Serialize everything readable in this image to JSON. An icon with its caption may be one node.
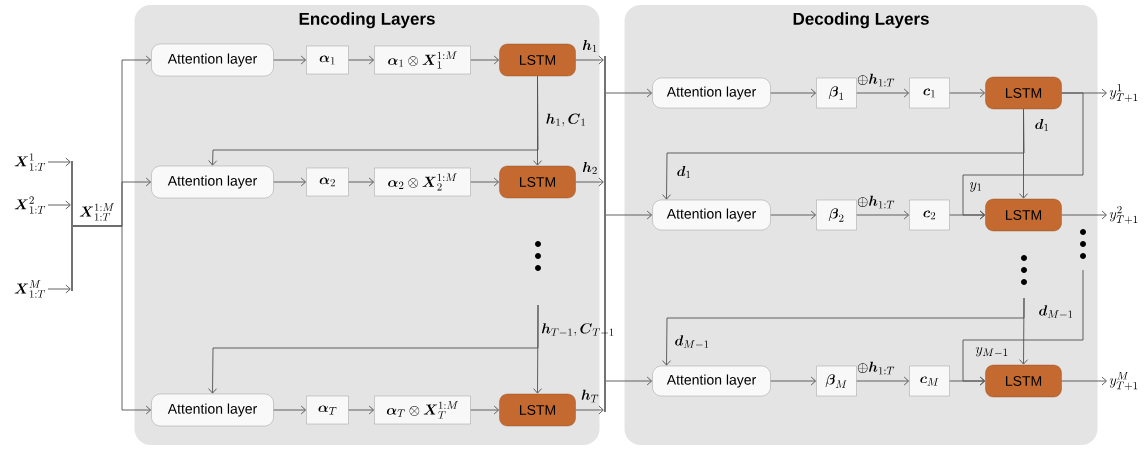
{
  "diagram": {
    "nodes": [
      {
        "text": [
          "Encoding Layers"
        ]
      },
      {
        "text": [
          "Decoding Layers"
        ]
      },
      {
        "text": [
          "\\boldsymbol{X}_{1:T}^{1}"
        ]
      },
      {
        "text": [
          "\\boldsymbol{X}_{1:T}^{2}"
        ]
      },
      {
        "text": [
          "\\boldsymbol{X}_{1:T}^{M}"
        ]
      },
      {
        "text": [],
        "shape": "bar"
      },
      {
        "text": [
          "Attention layer"
        ],
        "in": 0
      },
      {
        "text": [
          "\\boldsymbol{\\alpha}_{1}"
        ],
        "in": 0
      },
      {
        "text": [
          "\\boldsymbol{\\alpha}_{1}\\otimes\\boldsymbol{X}_{1}^{1:M}"
        ],
        "in": 0
      },
      {
        "text": [
          "LSTM"
        ],
        "in": 0
      },
      {
        "text": [
          "Attention layer"
        ],
        "in": 0
      },
      {
        "text": [
          "\\boldsymbol{\\alpha}_{2}"
        ],
        "in": 0
      },
      {
        "text": [
          "\\boldsymbol{\\alpha}_{2}\\otimes\\boldsymbol{X}_{2}^{1:M}"
        ],
        "in": 0
      },
      {
        "text": [
          "LSTM"
        ],
        "in": 0
      },
      {
        "text": [
          "Attention layer"
        ],
        "in": 0
      },
      {
        "text": [
          "\\boldsymbol{\\alpha}_{T}"
        ],
        "in": 0
      },
      {
        "text": [
          "\\boldsymbol{\\alpha}_{T}\\otimes\\boldsymbol{X}_{T}^{1:M}"
        ],
        "in": 0
      },
      {
        "text": [
          "LSTM"
        ],
        "in": 0
      },
      {
        "text": [],
        "shape": "bar"
      },
      {
        "text": [
          "Attention layer"
        ],
        "in": 1
      },
      {
        "text": [
          "\\boldsymbol{\\beta}_{1}"
        ],
        "in": 1
      },
      {
        "text": [
          "\\boldsymbol{c}_{1}"
        ],
        "in": 1
      },
      {
        "text": [
          "LSTM"
        ],
        "in": 1
      },
      {
        "text": [
          "Attention layer"
        ],
        "in": 1
      },
      {
        "text": [
          "\\boldsymbol{\\beta}_{2}"
        ],
        "in": 1
      },
      {
        "text": [
          "\\boldsymbol{c}_{2}"
        ],
        "in": 1
      },
      {
        "text": [
          "LSTM"
        ],
        "in": 1
      },
      {
        "text": [
          "Attention layer"
        ],
        "in": 1
      },
      {
        "text": [
          "\\boldsymbol{\\beta}_{M}"
        ],
        "in": 1
      },
      {
        "text": [
          "\\boldsymbol{c}_{M}"
        ],
        "in": 1
      },
      {
        "text": [
          "LSTM"
        ],
        "in": 1
      },
      {
        "text": [
          "y_{T+1}^{1}"
        ]
      },
      {
        "text": [
          "y_{T+1}^{2}"
        ]
      },
      {
        "text": [
          "y_{T+1}^{M}"
        ]
      }
    ],
    "edges": [
      {
        "from": 2,
        "to": 5,
        "arrow": "to"
      },
      {
        "from": 3,
        "to": 5,
        "arrow": "to"
      },
      {
        "from": 4,
        "to": 5,
        "arrow": "to"
      },
      {
        "from": 5,
        "to": 6,
        "arrow": "to"
      },
      {
        "from": 5,
        "to": 10,
        "arrow": "to"
      },
      {
        "from": 5,
        "to": 14,
        "arrow": "to"
      },
      {
        "from": 6,
        "to": 7,
        "arrow": "to"
      },
      {
        "from": 7,
        "to": 8,
        "arrow": "to"
      },
      {
        "from": 8,
        "to": 9,
        "arrow": "to"
      },
      {
        "from": 10,
        "to": 11,
        "arrow": "to"
      },
      {
        "from": 11,
        "to": 12,
        "arrow": "to"
      },
      {
        "from": 12,
        "to": 13,
        "arrow": "to"
      },
      {
        "from": 14,
        "to": 15,
        "arrow": "to"
      },
      {
        "from": 15,
        "to": 16,
        "arrow": "to"
      },
      {
        "from": 16,
        "to": 17,
        "arrow": "to"
      },
      {
        "from": 9,
        "to": 18,
        "arrow": "to",
        "label": "\\boldsymbol{h}_{1}"
      },
      {
        "from": 13,
        "to": 18,
        "arrow": "to",
        "label": "\\boldsymbol{h}_{2}"
      },
      {
        "from": 17,
        "to": 18,
        "arrow": "to",
        "label": "\\boldsymbol{h}_{T}"
      },
      {
        "from": 9,
        "to": 13,
        "arrow": "to",
        "label": "\\boldsymbol{h}_{1},\\boldsymbol{C}_{1}"
      },
      {
        "from": 9,
        "to": 10,
        "arrow": "to"
      },
      {
        "from": null,
        "to": 17,
        "arrow": "to",
        "label": "\\boldsymbol{h}_{T-1},\\boldsymbol{C}_{T-1}"
      },
      {
        "from": null,
        "to": 14,
        "arrow": "to"
      },
      {
        "from": 18,
        "to": 19,
        "arrow": "to"
      },
      {
        "from": 18,
        "to": 23,
        "arrow": "to"
      },
      {
        "from": 18,
        "to": 27,
        "arrow": "to"
      },
      {
        "from": 19,
        "to": 20,
        "arrow": "to"
      },
      {
        "from": 20,
        "to": 21,
        "arrow": "to",
        "label": "\\oplus\\boldsymbol{h}_{1:T}"
      },
      {
        "from": 21,
        "to": 22,
        "arrow": "to"
      },
      {
        "from": 23,
        "to": 24,
        "arrow": "to"
      },
      {
        "from": 24,
        "to": 25,
        "arrow": "to",
        "label": "\\oplus\\boldsymbol{h}_{1:T}"
      },
      {
        "from": 25,
        "to": 26,
        "arrow": "to"
      },
      {
        "from": 27,
        "to": 28,
        "arrow": "to"
      },
      {
        "from": 28,
        "to": 29,
        "arrow": "to",
        "label": "\\oplus\\boldsymbol{h}_{1:T}"
      },
      {
        "from": 29,
        "to": 30,
        "arrow": "to"
      },
      {
        "from": 22,
        "to": 31,
        "arrow": "to"
      },
      {
        "from": 26,
        "to": 32,
        "arrow": "to"
      },
      {
        "from": 30,
        "to": 33,
        "arrow": "to"
      },
      {
        "from": 22,
        "to": 26,
        "arrow": "to",
        "label": "\\boldsymbol{d}_{1}"
      },
      {
        "from": 22,
        "to": 23,
        "arrow": "to",
        "label": "\\boldsymbol{d}_{1}"
      },
      {
        "from": 22,
        "to": 26,
        "arrow": "to",
        "label": "y_{1}"
      },
      {
        "from": null,
        "to": 30,
        "arrow": "to",
        "label": "\\boldsymbol{d}_{M-1}"
      },
      {
        "from": null,
        "to": 27,
        "arrow": "to",
        "label": "\\boldsymbol{d}_{M-1}"
      },
      {
        "from": null,
        "to": 30,
        "arrow": "to",
        "label": "y_{M-1}"
      }
    ],
    "labels": [
      "\\boldsymbol{X}_{1:T}^{1:M}"
    ]
  }
}
